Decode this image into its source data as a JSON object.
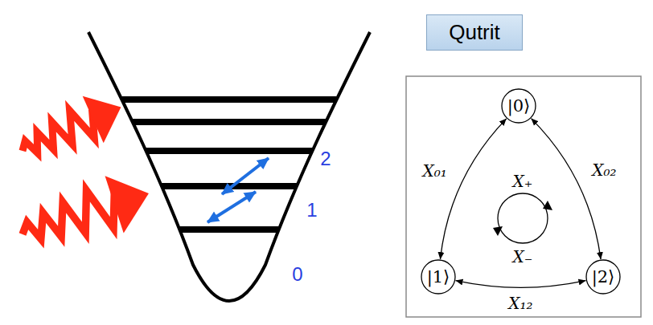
{
  "diagram": {
    "nodes": [
      {
        "text": [
          "Qutrit"
        ]
      },
      {
        "text": [
          "|0⟩"
        ]
      },
      {
        "text": [
          "|1⟩"
        ]
      },
      {
        "text": [
          "|2⟩"
        ]
      }
    ],
    "edges": [
      {
        "from": 1,
        "to": 2,
        "label": "X₀₁",
        "arrow": "both"
      },
      {
        "from": 1,
        "to": 3,
        "label": "X₀₂",
        "arrow": "both"
      },
      {
        "from": 2,
        "to": 3,
        "label": "X₁₂",
        "arrow": "both"
      }
    ],
    "labels": [
      "2",
      "1",
      "0",
      "X₊",
      "X₋"
    ]
  }
}
